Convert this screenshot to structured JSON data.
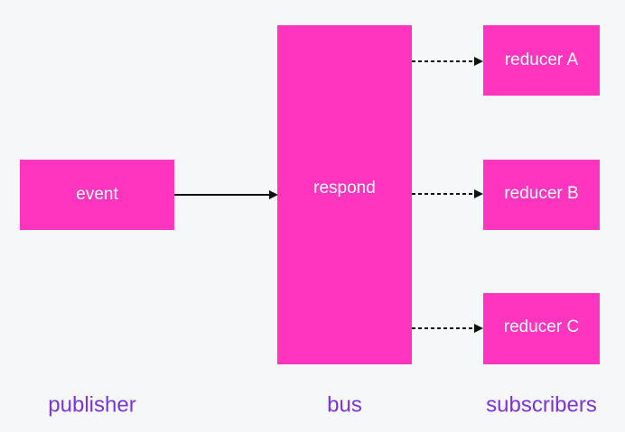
{
  "colors": {
    "background": "#f6f7f9",
    "node_fill": "#ff35bf",
    "node_text": "#ffffff",
    "section_label": "#7b35d6",
    "connector": "#111111"
  },
  "nodes": {
    "event": {
      "label": "event"
    },
    "respond": {
      "label": "respond"
    },
    "reducer_a": {
      "label": "reducer A"
    },
    "reducer_b": {
      "label": "reducer B"
    },
    "reducer_c": {
      "label": "reducer C"
    }
  },
  "sections": {
    "publisher": "publisher",
    "bus": "bus",
    "subscribers": "subscribers"
  },
  "edges": [
    {
      "from": "event",
      "to": "respond",
      "style": "solid"
    },
    {
      "from": "respond",
      "to": "reducer A",
      "style": "dashed"
    },
    {
      "from": "respond",
      "to": "reducer B",
      "style": "dashed"
    },
    {
      "from": "respond",
      "to": "reducer C",
      "style": "dashed"
    }
  ]
}
